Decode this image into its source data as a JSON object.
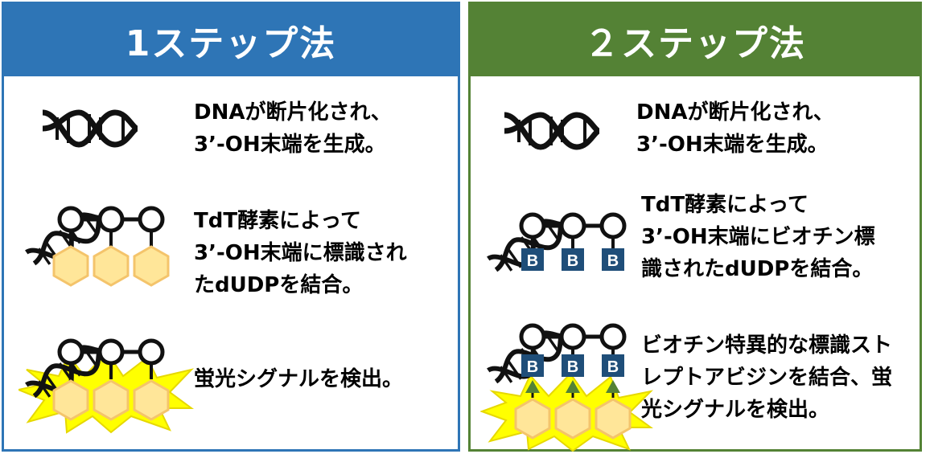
{
  "panel1": {
    "title": "1ステップ法",
    "color": "#2e75b6",
    "steps": [
      {
        "lines": [
          "DNAが断片化され、",
          "3’-OH末端を生成。"
        ],
        "icon": "dna-icon"
      },
      {
        "lines": [
          "TdT酵素によって",
          "3’-OH末端に標識され",
          "たdUDPを結合。"
        ],
        "icon": "dna-labeled-dudp-icon"
      },
      {
        "lines": [
          "蛍光シグナルを検出。"
        ],
        "icon": "fluorescent-signal-icon"
      }
    ]
  },
  "panel2": {
    "title": "２ステップ法",
    "color": "#548235",
    "steps": [
      {
        "lines": [
          "DNAが断片化され、",
          "3’-OH末端を生成。"
        ],
        "icon": "dna-icon"
      },
      {
        "lines": [
          "TdT酵素によって",
          "3’-OH末端にビオチン標",
          "識されたdUDPを結合。"
        ],
        "icon": "dna-biotin-dudp-icon"
      },
      {
        "lines": [
          "ビオチン特異的な標識スト",
          "レプトアビジンを結合、蛍",
          "光シグナルを検出。"
        ],
        "icon": "streptavidin-signal-icon"
      }
    ]
  },
  "biotin_label": "B",
  "colors": {
    "hexagon_fill": "#ffe699",
    "hexagon_stroke": "#f4c46b",
    "starburst": "#ffff00",
    "biotin_box": "#1f4e79",
    "triangle": "#548235"
  }
}
